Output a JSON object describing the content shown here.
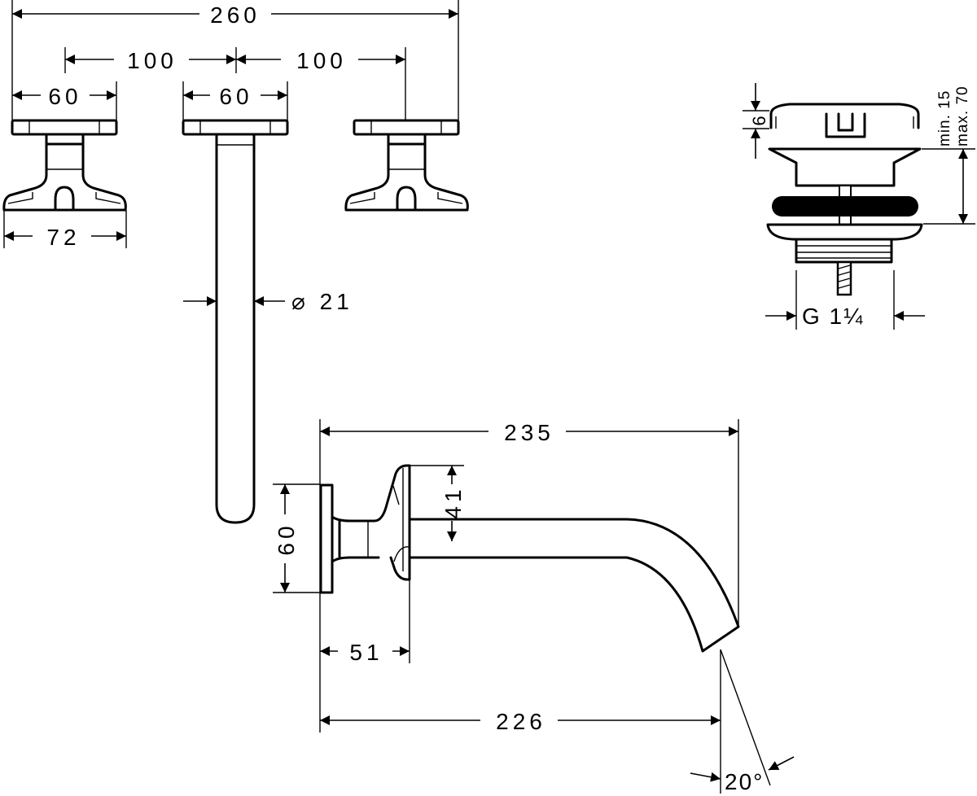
{
  "drawing": {
    "dimensions": {
      "overall_width": "260",
      "spacing_left": "100",
      "spacing_right": "100",
      "handle_plate_left": "60",
      "spout_plate": "60",
      "handle_base": "72",
      "spout_diameter": "⌀ 21",
      "drain_cap_height": "6",
      "drain_min": "min. 15",
      "drain_max": "max. 70",
      "drain_thread": "G 1¼",
      "spout_projection": "235",
      "rosette_height": "60",
      "handle_height": "41",
      "handle_depth": "51",
      "spout_reach": "226",
      "spout_angle": "20°"
    }
  }
}
